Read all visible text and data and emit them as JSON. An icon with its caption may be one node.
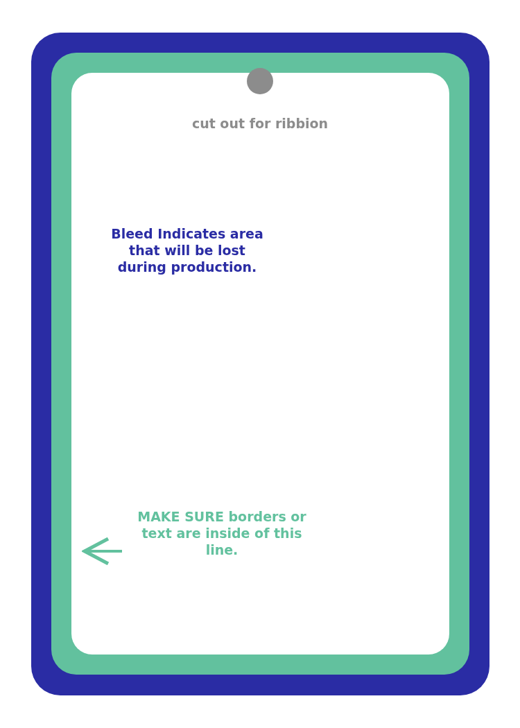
{
  "diagram": {
    "nodes": [
      {
        "text": [],
        "shape": "box"
      },
      {
        "text": [],
        "shape": "box",
        "in": 0
      },
      {
        "text": [],
        "shape": "circle",
        "in": 1,
        "beside": [
          "cut out for ribbion"
        ]
      },
      {
        "text": [
          "MAKE SURE borders or text are inside of this line."
        ],
        "in": 1
      }
    ],
    "edges": [
      {
        "from": 3,
        "to": 1,
        "arrow": "to"
      }
    ],
    "labels": [
      "Bleed Indicates area that will be lost during production."
    ]
  }
}
